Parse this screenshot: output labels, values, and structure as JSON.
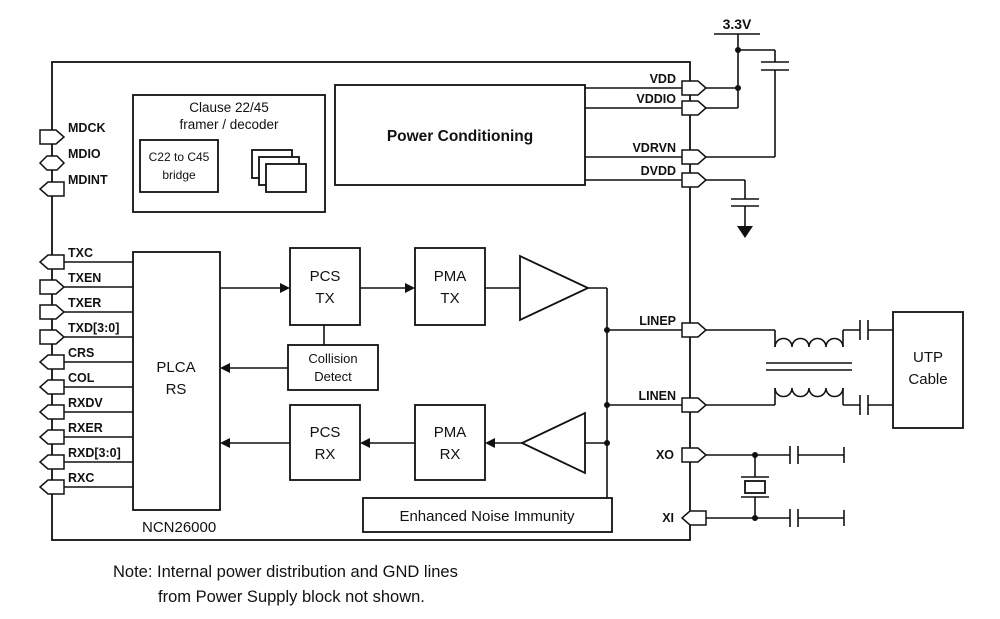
{
  "supply_label": "3.3V",
  "chip_name": "NCN26000",
  "left_pins": [
    "MDCK",
    "MDIO",
    "MDINT",
    "TXC",
    "TXEN",
    "TXER",
    "TXD[3:0]",
    "CRS",
    "COL",
    "RXDV",
    "RXER",
    "RXD[3:0]",
    "RXC"
  ],
  "right_pins": [
    "VDD",
    "VDDIO",
    "VDRVN",
    "DVDD",
    "LINEP",
    "LINEN",
    "XO",
    "XI"
  ],
  "blocks": {
    "framer_title_1": "Clause 22/45",
    "framer_title_2": "framer / decoder",
    "bridge_1": "C22 to C45",
    "bridge_2": "bridge",
    "power_conditioning": "Power Conditioning",
    "plca_1": "PLCA",
    "plca_2": "RS",
    "pcs_tx_1": "PCS",
    "pcs_tx_2": "TX",
    "pma_tx_1": "PMA",
    "pma_tx_2": "TX",
    "collision_1": "Collision",
    "collision_2": "Detect",
    "pcs_rx_1": "PCS",
    "pcs_rx_2": "RX",
    "pma_rx_1": "PMA",
    "pma_rx_2": "RX",
    "eni": "Enhanced Noise Immunity",
    "utp_1": "UTP",
    "utp_2": "Cable"
  },
  "note_1": "Note: Internal power distribution and GND lines",
  "note_2": "from Power Supply block not shown.",
  "colors": {
    "line": "#111111",
    "background": "#ffffff"
  }
}
